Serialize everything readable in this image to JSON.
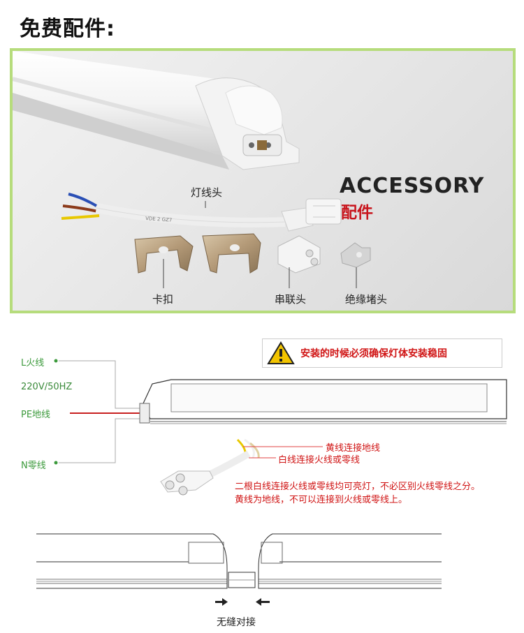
{
  "title": "免费配件:",
  "photo": {
    "accessory_en": "ACCESSORY",
    "accessory_cn": "配件",
    "labels": {
      "lamp_cable": "灯线头",
      "clip": "卡扣",
      "connector": "串联头",
      "end_cap": "绝缘堵头"
    },
    "cable_print": "VDE 2 GZ7"
  },
  "wiring": {
    "live": "L火线",
    "voltage": "220V/50HZ",
    "ground": "PE地线",
    "neutral": "N零线",
    "warning": "安装的时候必须确保灯体安装稳固",
    "yellow_note": "黄线连接地线",
    "white_note": "白线连接火线或零线",
    "note_line1": "二根白线连接火线或零线均可亮灯，不必区别火线零线之分。",
    "note_line2": "黄线为地线，不可以连接到火线或零线上。"
  },
  "join": {
    "label": "无缝对接"
  },
  "colors": {
    "green_border": "#b6dc7c",
    "red": "#d01414",
    "green_label": "#3c9a3c"
  }
}
